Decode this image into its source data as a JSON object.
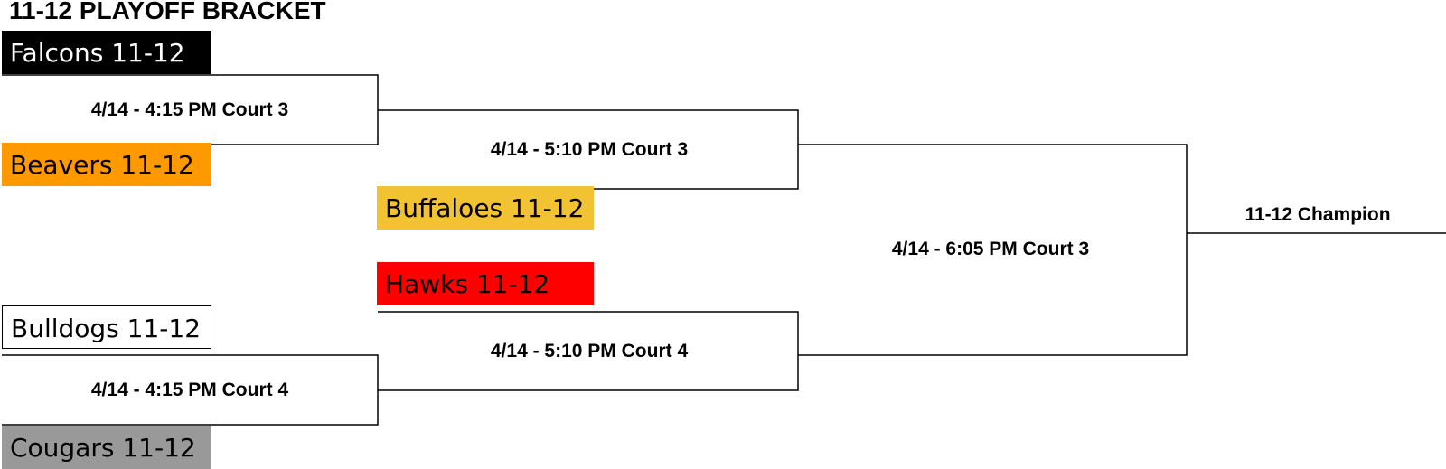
{
  "title": "11-12 PLAYOFF BRACKET",
  "teams": {
    "falcons": "Falcons 11-12",
    "beavers": "Beavers 11-12",
    "buffaloes": "Buffaloes 11-12",
    "hawks": "Hawks 11-12",
    "bulldogs": "Bulldogs 11-12",
    "cougars": "Cougars 11-12"
  },
  "team_colors": {
    "falcons": "#000000",
    "beavers": "#ff9900",
    "buffaloes": "#f1c232",
    "hawks": "#ff0000",
    "bulldogs": "#ffffff",
    "cougars": "#999999"
  },
  "games": {
    "round1_top": "4/14 - 4:15 PM Court 3",
    "round1_bottom": "4/14 - 4:15 PM Court 4",
    "round2_top": "4/14 - 5:10 PM Court 3",
    "round2_bottom": "4/14 - 5:10 PM Court 4",
    "final": "4/14 - 6:05 PM Court 3"
  },
  "champion_label": "11-12 Champion"
}
